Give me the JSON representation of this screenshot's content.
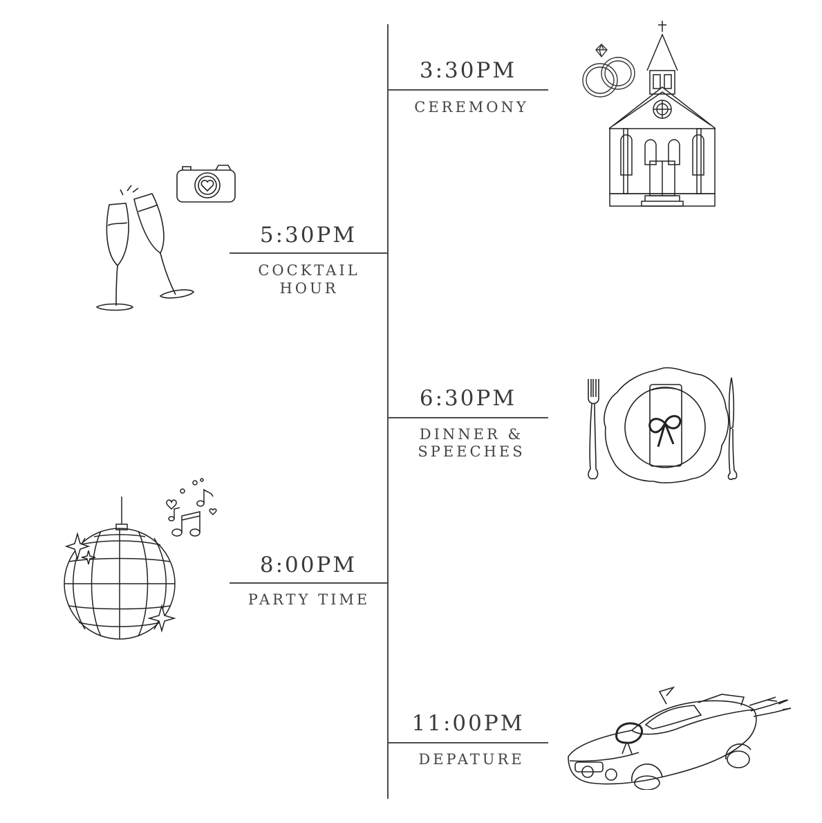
{
  "events": [
    {
      "time": "3:30PM",
      "label": "CEREMONY",
      "icon": "church-icon"
    },
    {
      "time": "5:30PM",
      "label_lines": [
        "COCKTAIL",
        "HOUR"
      ],
      "icon": "champagne-glasses-icon"
    },
    {
      "time": "6:30PM",
      "label_lines": [
        "DINNER &",
        "SPEECHES"
      ],
      "icon": "place-setting-icon"
    },
    {
      "time": "8:00PM",
      "label": "PARTY TIME",
      "icon": "disco-ball-icon"
    },
    {
      "time": "11:00PM",
      "label": "DEPATURE",
      "icon": "getaway-car-icon"
    }
  ],
  "extra_icons": [
    "wedding-rings-icon",
    "camera-icon",
    "music-notes-icon"
  ],
  "colors": {
    "line": "#4a4a4a",
    "text": "#3a3a3a",
    "background": "#ffffff"
  }
}
